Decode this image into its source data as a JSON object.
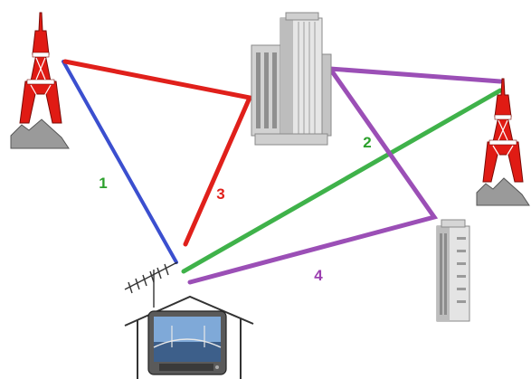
{
  "diagram": {
    "paths": [
      {
        "label": "1",
        "label_color": "#2ca02c",
        "line_color": "#3b4fcf",
        "description": "direct"
      },
      {
        "label": "2",
        "label_color": "#2ca02c",
        "line_color": "#3fb24a",
        "description": "direct"
      },
      {
        "label": "3",
        "label_color": "#e0201b",
        "line_color": "#e0201b",
        "description": "reflected"
      },
      {
        "label": "4",
        "label_color": "#9b3fb0",
        "line_color": "#9b4fb6",
        "description": "reflected"
      }
    ],
    "nodes": [
      {
        "name": "left-tower",
        "icon": "broadcast-tower-icon"
      },
      {
        "name": "right-tower",
        "icon": "broadcast-tower-icon"
      },
      {
        "name": "center-building",
        "icon": "skyscraper-icon"
      },
      {
        "name": "right-building",
        "icon": "office-tower-icon"
      },
      {
        "name": "house-with-tv",
        "icon": "house-tv-antenna-icon"
      }
    ]
  }
}
